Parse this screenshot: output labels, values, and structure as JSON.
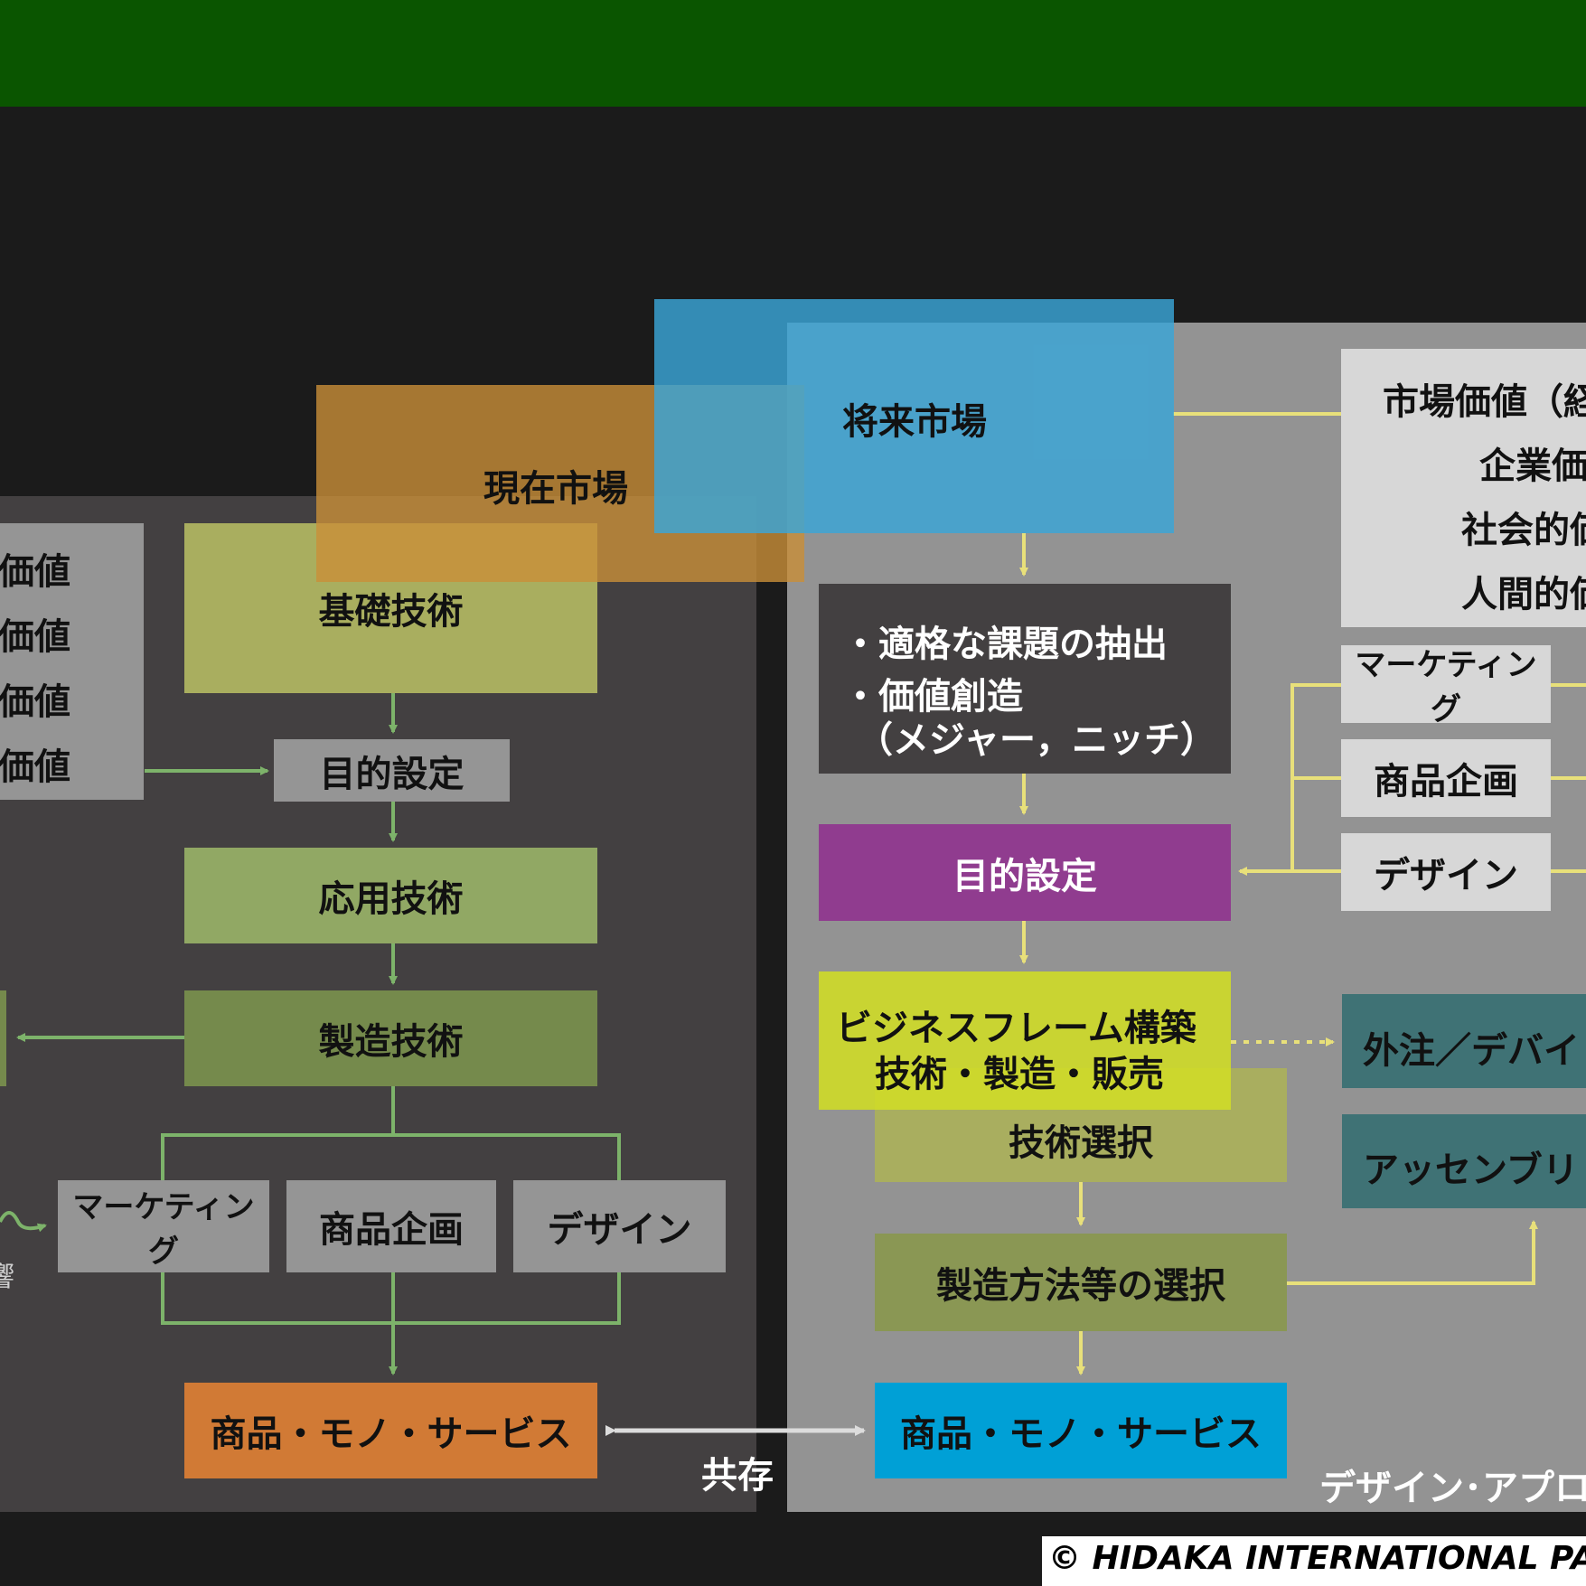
{
  "left": {
    "values_partial": [
      "価値",
      "価値",
      "価値",
      "価値"
    ],
    "kiso": "基礎技術",
    "mokuteki": "目的設定",
    "ouyou": "応用技術",
    "seizou": "製造技術",
    "marketing": "マーケティング",
    "shouhin_kikaku": "商品企画",
    "design": "デザイン",
    "product": "商品・モノ・サービス",
    "partial_char": "響"
  },
  "markets": {
    "current": "現在市場",
    "future": "将来市場"
  },
  "coexist": "共存",
  "right": {
    "values_partial": [
      "市場価値（経",
      "企業価",
      "社会的価",
      "人間的価"
    ],
    "issues": [
      "・適格な課題の抽出",
      "・価値創造",
      "（メジャー，ニッチ）"
    ],
    "mokuteki": "目的設定",
    "business": [
      "ビジネスフレーム構築",
      "技術・製造・販売"
    ],
    "gijutsu_sentaku": "技術選択",
    "seizou_houhou": "製造方法等の選択",
    "product": "商品・モノ・サービス",
    "marketing": "マーケティング",
    "shouhin_kikaku": "商品企画",
    "design": "デザイン",
    "gaichuu": "外注／デバイ",
    "assembly": "アッセンブリ",
    "approach": "デザイン･アプロ"
  },
  "footer": "© HIDAKA INTERNATIONAL PAT",
  "colors": {
    "header_green": "#0a5500",
    "left_panel": "#434041",
    "right_panel": "#939393",
    "green_arrow": "#7db36a",
    "yellow_line": "#e8e07a",
    "product_orange": "#d17a35",
    "product_blue": "#00a0d6",
    "purple": "#903c8f",
    "teal": "#3f7275"
  }
}
